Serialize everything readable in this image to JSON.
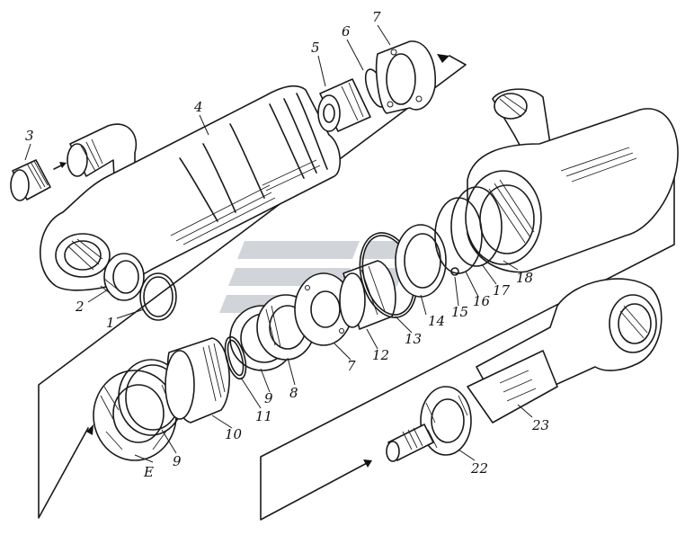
{
  "diagram": {
    "callouts": [
      {
        "id": "c1",
        "label": "1"
      },
      {
        "id": "c2",
        "label": "2"
      },
      {
        "id": "c3",
        "label": "3"
      },
      {
        "id": "c4",
        "label": "4"
      },
      {
        "id": "c5",
        "label": "5"
      },
      {
        "id": "c6",
        "label": "6"
      },
      {
        "id": "c7a",
        "label": "7"
      },
      {
        "id": "c7b",
        "label": "7"
      },
      {
        "id": "c8",
        "label": "8"
      },
      {
        "id": "c9a",
        "label": "9"
      },
      {
        "id": "c9b",
        "label": "9"
      },
      {
        "id": "c10",
        "label": "10"
      },
      {
        "id": "c11",
        "label": "11"
      },
      {
        "id": "c12",
        "label": "12"
      },
      {
        "id": "c13",
        "label": "13"
      },
      {
        "id": "c14",
        "label": "14"
      },
      {
        "id": "c15",
        "label": "15"
      },
      {
        "id": "c16",
        "label": "16"
      },
      {
        "id": "c17",
        "label": "17"
      },
      {
        "id": "c18",
        "label": "18"
      },
      {
        "id": "c22",
        "label": "22"
      },
      {
        "id": "c23",
        "label": "23"
      },
      {
        "id": "cE",
        "label": "E"
      }
    ]
  },
  "colors": {
    "line": "#1a1a1a",
    "watermark": "#9aa4ad"
  }
}
